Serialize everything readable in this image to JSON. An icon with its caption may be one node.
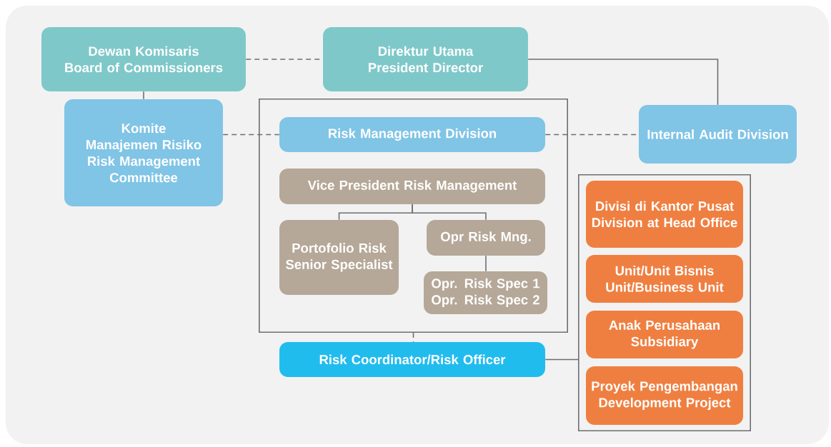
{
  "diagram": {
    "nodes": [
      {
        "text": [
          "Dewan Komisaris",
          "Board of Commissioners"
        ]
      },
      {
        "text": [
          "Direktur Utama",
          "President Director"
        ]
      },
      {
        "text": [
          "Komite Manajemen Risiko",
          "Risk Management Committee"
        ]
      },
      {
        "text": [],
        "shape": "box"
      },
      {
        "text": [
          "Risk Management Division"
        ],
        "in": 3
      },
      {
        "text": [
          "Vice President Risk Management"
        ],
        "in": 3
      },
      {
        "text": [
          "Portofolio Risk Senior Specialist"
        ],
        "in": 3
      },
      {
        "text": [
          "Opr Risk Mng."
        ],
        "in": 3
      },
      {
        "text": [
          "Opr. Risk Spec 1",
          "Opr. Risk Spec 2"
        ],
        "in": 3
      },
      {
        "text": [
          "Internal Audit Division"
        ]
      },
      {
        "text": [
          "Risk Coordinator/Risk Officer"
        ]
      },
      {
        "text": [],
        "shape": "box"
      },
      {
        "text": [
          "Divisi di Kantor Pusat",
          "Division at Head Office"
        ],
        "in": 11
      },
      {
        "text": [
          "Unit/Unit Bisnis",
          "Unit/Business Unit"
        ],
        "in": 11
      },
      {
        "text": [
          "Anak Perusahaan",
          "Subsidiary"
        ],
        "in": 11
      },
      {
        "text": [
          "Proyek Pengembangan",
          "Development Project"
        ],
        "in": 11
      }
    ],
    "edges": [
      {
        "from": 0,
        "to": 1,
        "arrow": "none",
        "style": "dashed"
      },
      {
        "from": 1,
        "to": 9,
        "arrow": "none"
      },
      {
        "from": 0,
        "to": 2,
        "arrow": "none"
      },
      {
        "from": 2,
        "to": 4,
        "arrow": "none",
        "style": "dashed"
      },
      {
        "from": 4,
        "to": 9,
        "arrow": "none",
        "style": "dashed"
      },
      {
        "from": 5,
        "to": 6,
        "arrow": "none"
      },
      {
        "from": 5,
        "to": 7,
        "arrow": "none"
      },
      {
        "from": 7,
        "to": 8,
        "arrow": "none"
      },
      {
        "from": 3,
        "to": 10,
        "arrow": "none",
        "style": "dashed"
      },
      {
        "from": 10,
        "to": 11,
        "arrow": "none"
      }
    ]
  }
}
